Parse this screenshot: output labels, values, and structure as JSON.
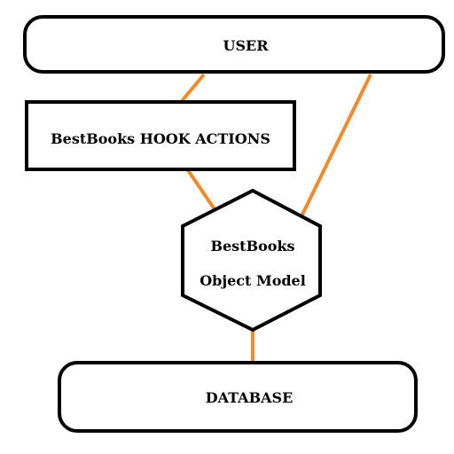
{
  "nodes": {
    "user": {
      "label": "USER"
    },
    "hook_actions": {
      "label": "BestBooks HOOK ACTIONS"
    },
    "object_model": {
      "label_line1": "BestBooks",
      "label_line2": "Object Model"
    },
    "database": {
      "label": "DATABASE"
    }
  },
  "colors": {
    "connector": "#f08a2c",
    "outline": "#000000",
    "fill": "#ffffff"
  }
}
